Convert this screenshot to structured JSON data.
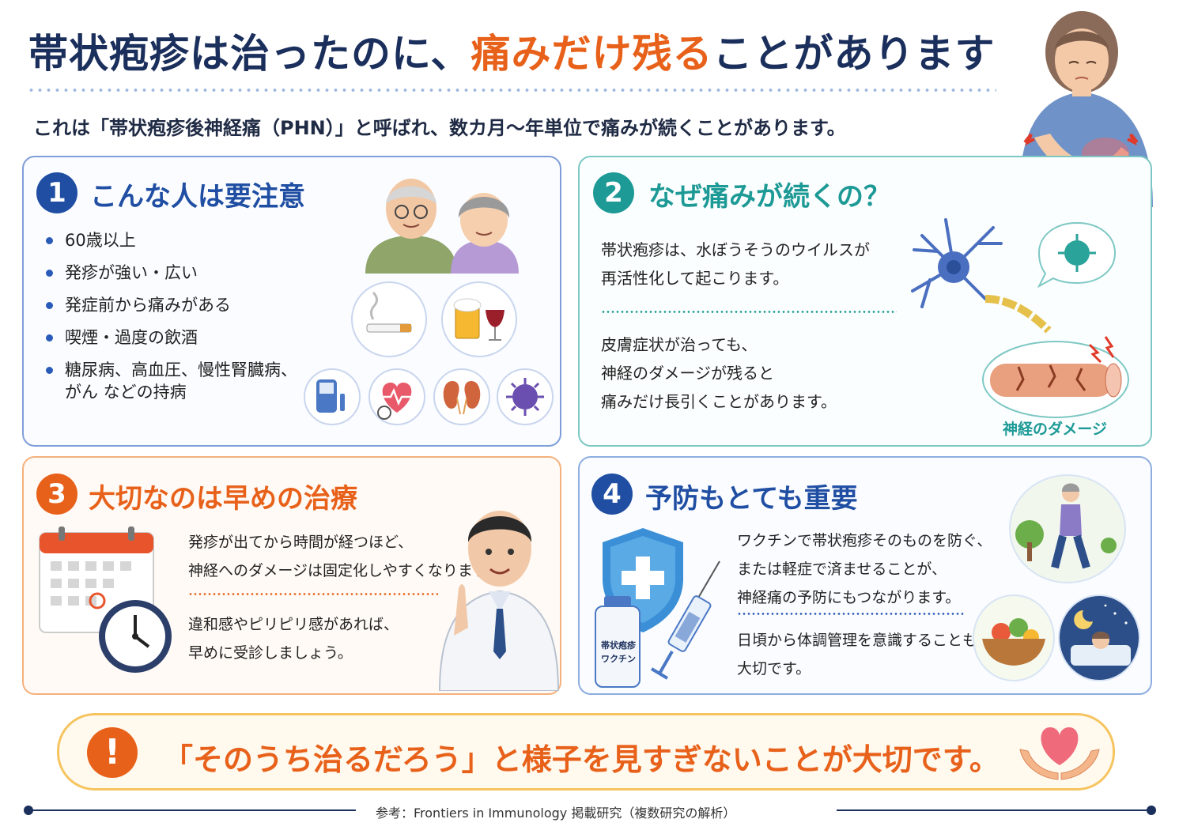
{
  "title": {
    "main": "帯状疱疹は治ったのに、",
    "accent": "痛みだけ残る",
    "tail": "ことがあります"
  },
  "subtitle": "これは「帯状疱疹後神経痛（PHN）」と呼ばれ、数カ月〜年単位で痛みが続くことがあります。",
  "section1": {
    "number": "1",
    "heading": "こんな人は要注意",
    "items": [
      "60歳以上",
      "発疹が強い・広い",
      "発症前から痛みがある",
      "喫煙・過度の飲酒",
      "糖尿病、高血圧、慢性腎臓病、",
      "がん などの持病"
    ]
  },
  "section2": {
    "number": "2",
    "heading": "なぜ痛みが続くの？",
    "para1": [
      "帯状疱疹は、水ぼうそうのウイルスが",
      "再活性化して起こります。"
    ],
    "para2": [
      "皮膚症状が治っても、",
      "神経のダメージが残ると",
      "痛みだけ長引くことがあります。"
    ],
    "illustration_label": "神経のダメージ"
  },
  "section3": {
    "number": "3",
    "heading": "大切なのは早めの治療",
    "para1": [
      "発疹が出てから時間が経つほど、",
      "神経へのダメージは固定化しやすくなります。"
    ],
    "para2": [
      "違和感やピリピリ感があれば、",
      "早めに受診しましょう。"
    ]
  },
  "section4": {
    "number": "4",
    "heading": "予防もとても重要",
    "para1": [
      "ワクチンで帯状疱疹そのものを防ぐ、",
      "または軽症で済ませることが、",
      "神経痛の予防にもつながります。"
    ],
    "para2": [
      "日頃から体調管理を意識することも",
      "大切です。"
    ],
    "vial_label": [
      "帯状疱疹",
      "ワクチン"
    ]
  },
  "callout": {
    "icon": "!",
    "text": "「そのうち治るだろう」と様子を見すぎないことが大切です。"
  },
  "footer": "参考：Frontiers in Immunology 掲載研究（複数研究の解析）",
  "colors": {
    "navy": "#1b2f5c",
    "orange": "#e8611a",
    "blue": "#2a5bb8",
    "teal": "#1d9a96"
  },
  "icons": [
    "woman-pain-icon",
    "elderly-couple-icon",
    "cigarette-icon",
    "beer-wine-icon",
    "glucose-meter-icon",
    "blood-pressure-icon",
    "kidney-icon",
    "virus-icon",
    "neuron-icon",
    "damaged-nerve-icon",
    "calendar-icon",
    "clock-icon",
    "doctor-icon",
    "shield-cross-icon",
    "syringe-icon",
    "vaccine-vial-icon",
    "walking-woman-icon",
    "healthy-food-icon",
    "sleeping-icon",
    "heart-hands-icon"
  ]
}
